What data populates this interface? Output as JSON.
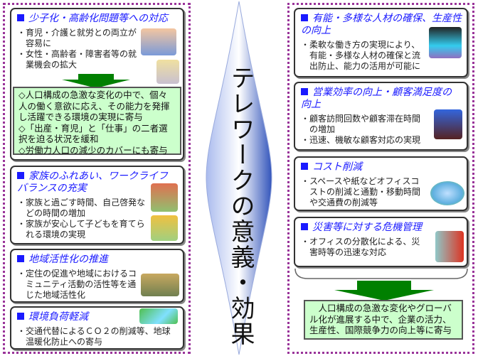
{
  "center_title": "テレワークの意義・効果",
  "left": [
    {
      "heading": "少子化・高齢化問題等への対応",
      "bullets": [
        "・育児・介護と就労との両立が容易に",
        "・女性・高齢者・障害者等の就業機会の拡大"
      ]
    },
    {
      "heading": "家族のふれあい、ワークライフバランスの充実",
      "bullets": [
        "・家族と過ごす時間、自己啓発などの時間の増加",
        "・家族が安心して子どもを育てられる環境の実現"
      ]
    },
    {
      "heading": "地域活性化の推進",
      "bullets": [
        "・定住の促進や地域におけるコミュニティ活動の活性等を通じた地域活性化"
      ]
    },
    {
      "heading": "環境負荷軽減",
      "bullets": [
        "・交通代替によるＣＯ２の削減等、地球温暖化防止への寄与"
      ]
    }
  ],
  "left_result": [
    "◇人口構成の急激な変化の中で、個々人の働く意欲に応え、その能力を発揮し活躍できる環境の実現に寄与",
    "◇「出産・育児」と「仕事」の二者選択を迫る状況を緩和",
    "◇労働力人口の減少のカバーにも寄与"
  ],
  "right": [
    {
      "heading": "有能・多様な人材の確保、生産性の向上",
      "bullets": [
        "・柔軟な働き方の実現により、有能・多様な人材の確保と流出防止、能力の活用が可能に"
      ]
    },
    {
      "heading": "営業効率の向上・顧客満足度の向上",
      "bullets": [
        "・顧客訪問回数や顧客滞在時間の増加",
        "・迅速、機敏な顧客対応の実現"
      ]
    },
    {
      "heading": "コスト削減",
      "bullets": [
        "・スペースや紙などオフィスコストの削減と通勤・移動時間や交通費の削減等"
      ]
    },
    {
      "heading": "災害等に対する危機管理",
      "bullets": [
        "・オフィスの分散化による、災害時等の迅速な対応"
      ]
    }
  ],
  "right_result": "人口構成の急激な変化やグローバル化が進展する中で、企業の活力、生産性、国際競争力の向上等に寄与",
  "colors": {
    "heading": "#1a1aff",
    "frame": "#993399",
    "result_bg": "#ccffcc",
    "arrow": "#008000"
  }
}
